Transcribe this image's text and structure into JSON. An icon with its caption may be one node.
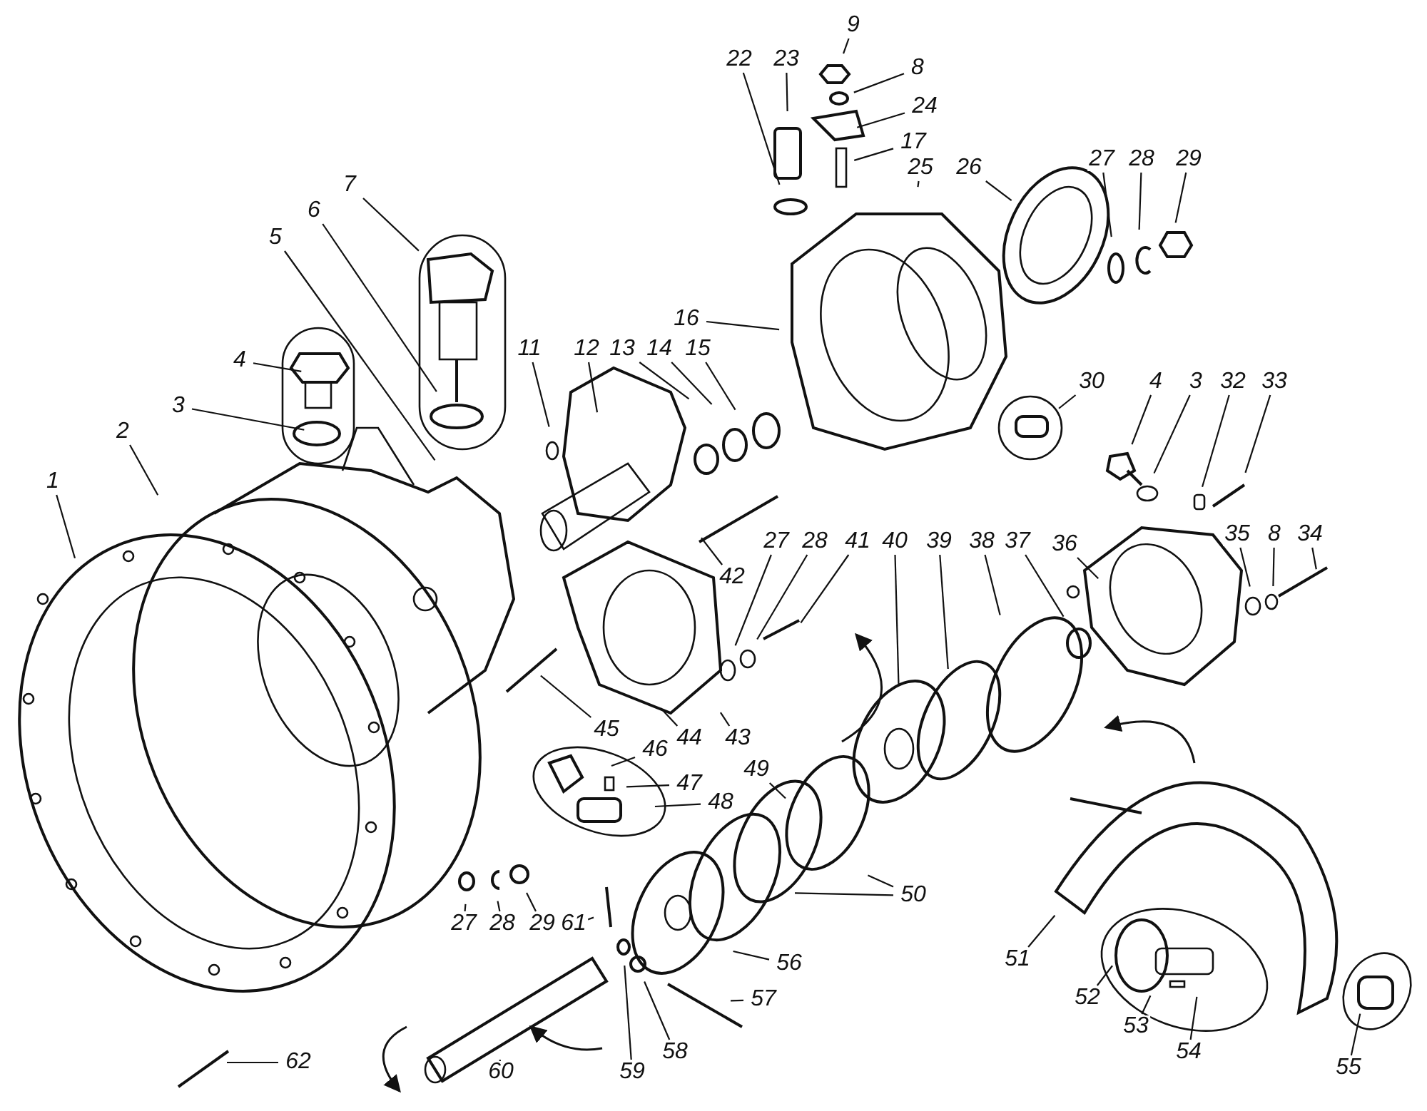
{
  "diagram": {
    "nodes": [
      {
        "text": [
          "9"
        ]
      },
      {
        "text": [
          "22"
        ]
      },
      {
        "text": [
          "23"
        ]
      },
      {
        "text": [
          "8"
        ]
      },
      {
        "text": [
          "24"
        ]
      },
      {
        "text": [
          "17"
        ]
      },
      {
        "text": [
          "25"
        ]
      },
      {
        "text": [
          "26"
        ]
      },
      {
        "text": [
          "27"
        ]
      },
      {
        "text": [
          "28"
        ]
      },
      {
        "text": [
          "29"
        ]
      },
      {
        "text": [
          "7"
        ]
      },
      {
        "text": [
          "6"
        ]
      },
      {
        "text": [
          "5"
        ]
      },
      {
        "text": [
          "16"
        ]
      },
      {
        "text": [
          "4"
        ]
      },
      {
        "text": [
          "11"
        ]
      },
      {
        "text": [
          "12"
        ]
      },
      {
        "text": [
          "13"
        ]
      },
      {
        "text": [
          "14"
        ]
      },
      {
        "text": [
          "15"
        ]
      },
      {
        "text": [
          "30"
        ]
      },
      {
        "text": [
          "4"
        ]
      },
      {
        "text": [
          "3"
        ]
      },
      {
        "text": [
          "3"
        ]
      },
      {
        "text": [
          "32"
        ]
      },
      {
        "text": [
          "33"
        ]
      },
      {
        "text": [
          "2"
        ]
      },
      {
        "text": [
          "1"
        ]
      },
      {
        "text": [
          "42"
        ]
      },
      {
        "text": [
          "27"
        ]
      },
      {
        "text": [
          "28"
        ]
      },
      {
        "text": [
          "41"
        ]
      },
      {
        "text": [
          "40"
        ]
      },
      {
        "text": [
          "39"
        ]
      },
      {
        "text": [
          "38"
        ]
      },
      {
        "text": [
          "37"
        ]
      },
      {
        "text": [
          "36"
        ]
      },
      {
        "text": [
          "35"
        ]
      },
      {
        "text": [
          "8"
        ]
      },
      {
        "text": [
          "34"
        ]
      },
      {
        "text": [
          "45"
        ]
      },
      {
        "text": [
          "44"
        ]
      },
      {
        "text": [
          "43"
        ]
      },
      {
        "text": [
          "46"
        ]
      },
      {
        "text": [
          "47"
        ]
      },
      {
        "text": [
          "48"
        ]
      },
      {
        "text": [
          "49"
        ]
      },
      {
        "text": [
          "50"
        ]
      },
      {
        "text": [
          "27"
        ]
      },
      {
        "text": [
          "28"
        ]
      },
      {
        "text": [
          "29"
        ]
      },
      {
        "text": [
          "61"
        ]
      },
      {
        "text": [
          "56"
        ]
      },
      {
        "text": [
          "57"
        ]
      },
      {
        "text": [
          "51"
        ]
      },
      {
        "text": [
          "52"
        ]
      },
      {
        "text": [
          "53"
        ]
      },
      {
        "text": [
          "54"
        ]
      },
      {
        "text": [
          "55"
        ]
      },
      {
        "text": [
          "58"
        ]
      },
      {
        "text": [
          "59"
        ]
      },
      {
        "text": [
          "60"
        ]
      },
      {
        "text": [
          "62"
        ]
      }
    ],
    "edges": [
      {
        "from": 0,
        "to": null,
        "arrow": "none"
      },
      {
        "from": 1,
        "to": null,
        "arrow": "none"
      },
      {
        "from": 2,
        "to": null,
        "arrow": "none"
      },
      {
        "from": 3,
        "to": null,
        "arrow": "none"
      },
      {
        "from": 4,
        "to": null,
        "arrow": "none"
      },
      {
        "from": 5,
        "to": null,
        "arrow": "none"
      },
      {
        "from": 6,
        "to": null,
        "arrow": "none"
      },
      {
        "from": 7,
        "to": null,
        "arrow": "none"
      },
      {
        "from": 8,
        "to": null,
        "arrow": "none"
      },
      {
        "from": 9,
        "to": null,
        "arrow": "none"
      },
      {
        "from": 10,
        "to": null,
        "arrow": "none"
      },
      {
        "from": 11,
        "to": null,
        "arrow": "none"
      },
      {
        "from": 12,
        "to": null,
        "arrow": "none"
      },
      {
        "from": 13,
        "to": null,
        "arrow": "none"
      },
      {
        "from": 14,
        "to": null,
        "arrow": "none"
      },
      {
        "from": 15,
        "to": null,
        "arrow": "none"
      },
      {
        "from": 16,
        "to": null,
        "arrow": "none"
      },
      {
        "from": 17,
        "to": null,
        "arrow": "none"
      },
      {
        "from": 18,
        "to": null,
        "arrow": "none"
      },
      {
        "from": 19,
        "to": null,
        "arrow": "none"
      },
      {
        "from": 20,
        "to": null,
        "arrow": "none"
      },
      {
        "from": 21,
        "to": null,
        "arrow": "none"
      },
      {
        "from": 22,
        "to": null,
        "arrow": "none"
      },
      {
        "from": 23,
        "to": null,
        "arrow": "none"
      },
      {
        "from": 24,
        "to": null,
        "arrow": "none"
      },
      {
        "from": 25,
        "to": null,
        "arrow": "none"
      },
      {
        "from": 26,
        "to": null,
        "arrow": "none"
      },
      {
        "from": 27,
        "to": null,
        "arrow": "none"
      },
      {
        "from": 28,
        "to": null,
        "arrow": "none"
      },
      {
        "from": 29,
        "to": null,
        "arrow": "none"
      },
      {
        "from": 30,
        "to": null,
        "arrow": "none"
      },
      {
        "from": 31,
        "to": null,
        "arrow": "none"
      },
      {
        "from": 32,
        "to": null,
        "arrow": "none"
      },
      {
        "from": 33,
        "to": null,
        "arrow": "none"
      },
      {
        "from": 34,
        "to": null,
        "arrow": "none"
      },
      {
        "from": 35,
        "to": null,
        "arrow": "none"
      },
      {
        "from": 36,
        "to": null,
        "arrow": "none"
      },
      {
        "from": 37,
        "to": null,
        "arrow": "none"
      },
      {
        "from": 38,
        "to": null,
        "arrow": "none"
      },
      {
        "from": 39,
        "to": null,
        "arrow": "none"
      },
      {
        "from": 40,
        "to": null,
        "arrow": "none"
      },
      {
        "from": 41,
        "to": null,
        "arrow": "none"
      },
      {
        "from": 42,
        "to": null,
        "arrow": "none"
      },
      {
        "from": 43,
        "to": null,
        "arrow": "none"
      },
      {
        "from": 44,
        "to": null,
        "arrow": "none"
      },
      {
        "from": 45,
        "to": null,
        "arrow": "none"
      },
      {
        "from": 46,
        "to": null,
        "arrow": "none"
      },
      {
        "from": 47,
        "to": null,
        "arrow": "none"
      },
      {
        "from": 48,
        "to": null,
        "arrow": "none"
      },
      {
        "from": 48,
        "to": null,
        "arrow": "none"
      },
      {
        "from": 49,
        "to": null,
        "arrow": "none"
      },
      {
        "from": 50,
        "to": null,
        "arrow": "none"
      },
      {
        "from": 51,
        "to": null,
        "arrow": "none"
      },
      {
        "from": 52,
        "to": null,
        "arrow": "none"
      },
      {
        "from": 53,
        "to": null,
        "arrow": "none"
      },
      {
        "from": 54,
        "to": null,
        "arrow": "none"
      },
      {
        "from": 55,
        "to": null,
        "arrow": "none"
      },
      {
        "from": 56,
        "to": null,
        "arrow": "none"
      },
      {
        "from": 57,
        "to": null,
        "arrow": "none"
      },
      {
        "from": 58,
        "to": null,
        "arrow": "none"
      },
      {
        "from": 59,
        "to": null,
        "arrow": "none"
      },
      {
        "from": 60,
        "to": null,
        "arrow": "none"
      },
      {
        "from": 61,
        "to": null,
        "arrow": "none"
      },
      {
        "from": 62,
        "to": null,
        "arrow": "none"
      },
      {
        "from": 63,
        "to": null,
        "arrow": "none"
      }
    ]
  }
}
